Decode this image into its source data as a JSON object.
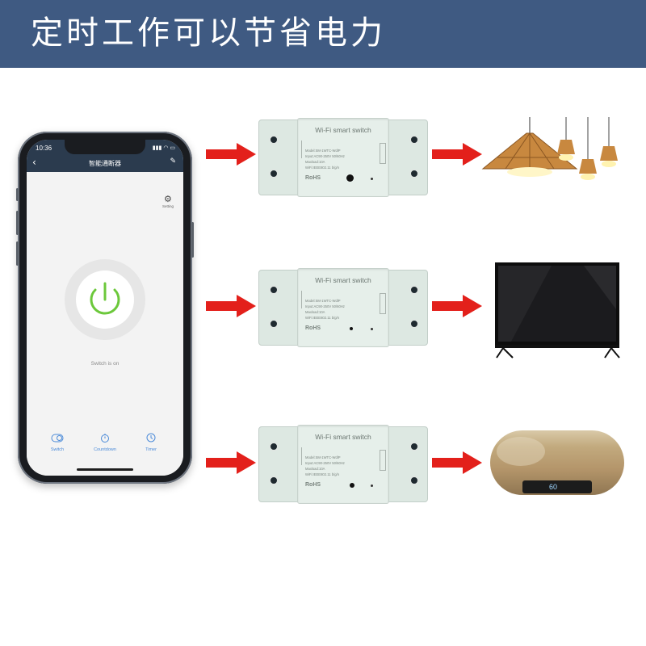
{
  "banner": {
    "title": "定时工作可以节省电力",
    "color": "#3f5a82"
  },
  "phone": {
    "status_time": "10:36",
    "app_title": "智能通断器",
    "setting_label": "Setting",
    "switch_status": "Switch is on",
    "tabs": [
      {
        "label": "Switch",
        "icon": "toggle-icon"
      },
      {
        "label": "Countdown",
        "icon": "stopwatch-icon"
      },
      {
        "label": "Timer",
        "icon": "clock-icon"
      }
    ],
    "power_color": "#6cc83b",
    "tab_color": "#4a8ad8"
  },
  "modules": [
    {
      "name": "Wi-Fi smart switch",
      "specs": [
        "Model:SM-1WTC-WdlP",
        "Input:AC90-250V 50/60Hz",
        "Maxload:10A",
        "WiFi:IEEE802.11 b/g/n"
      ],
      "rohs": "RoHS"
    },
    {
      "name": "Wi-Fi smart switch",
      "specs": [
        "Model:SM-1WTC-WdlP",
        "Input:AC90-250V 50/60Hz",
        "Maxload:10A",
        "WiFi:IEEE802.11 b/g/n"
      ],
      "rohs": "RoHS"
    },
    {
      "name": "Wi-Fi smart switch",
      "specs": [
        "Model:SM-1WTC-WdlP",
        "Input:AC90-250V 50/60Hz",
        "Maxload:10A",
        "WiFi:IEEE802.11 b/g/n"
      ],
      "rohs": "RoHS"
    }
  ],
  "devices": [
    {
      "icon": "pendant-lamps-icon"
    },
    {
      "icon": "television-icon"
    },
    {
      "icon": "water-heater-icon",
      "display": "60"
    }
  ],
  "arrow_color": "#e3201b"
}
